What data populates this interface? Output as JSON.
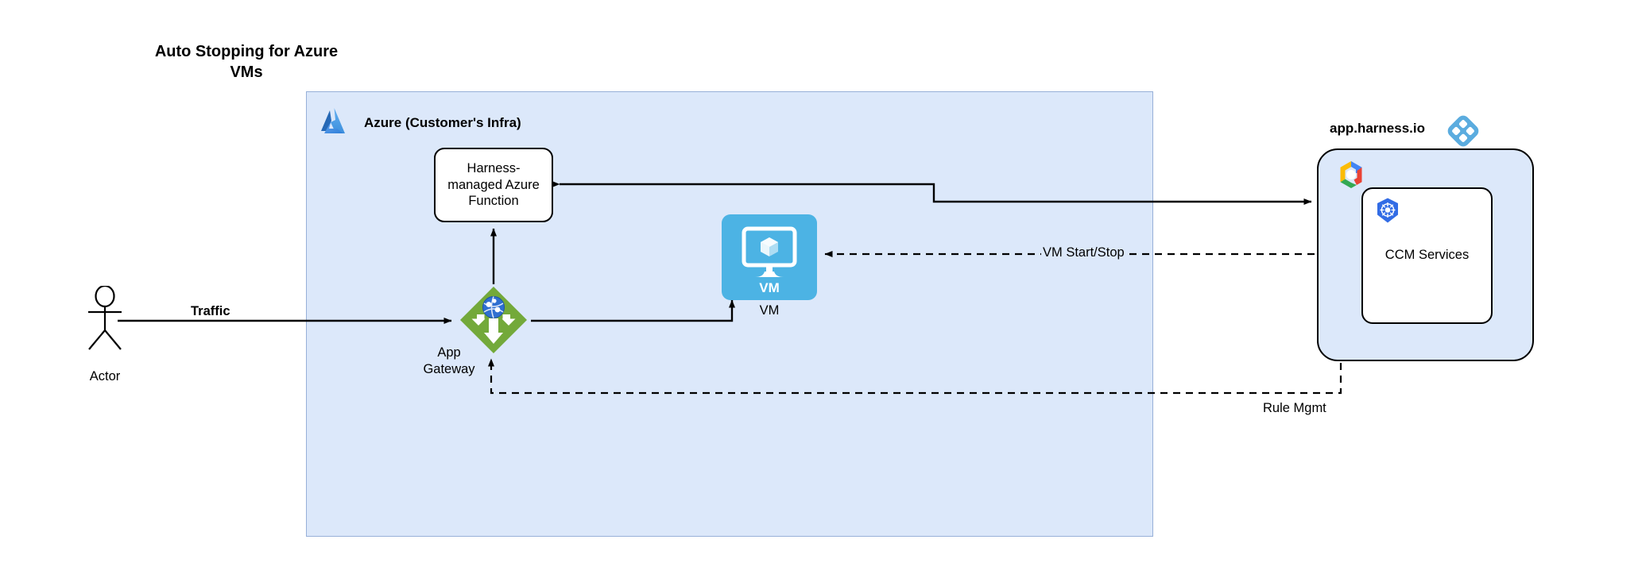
{
  "title": "Auto Stopping for Azure\nVMs",
  "azure": {
    "label": "Azure (Customer's Infra)",
    "logo_icon": "azure-logo-icon",
    "nodes": {
      "function": {
        "label": "Harness-\nmanaged Azure\nFunction"
      },
      "gateway": {
        "label": "App\nGateway",
        "icon": "application-gateway-icon"
      },
      "vm": {
        "label": "VM",
        "inner_label": "VM",
        "icon": "virtual-machine-icon"
      }
    }
  },
  "harness": {
    "title": "app.harness.io",
    "logo_icon": "harness-logo-icon",
    "cloud_icon": "gcp-logo-icon",
    "service": {
      "label": "CCM Services",
      "icon": "kubernetes-logo-icon"
    }
  },
  "actor": {
    "label": "Actor",
    "icon": "actor-stick-figure-icon"
  },
  "edges": {
    "traffic": "Traffic",
    "vm_start_stop": "VM Start/Stop",
    "rule_mgmt": "Rule Mgmt"
  },
  "colors": {
    "container_fill": "#dce8fa",
    "container_stroke": "#97b0d8",
    "vm_blue": "#4cb3e4",
    "gateway_green": "#73a93a",
    "harness_blue": "#5bacdf",
    "line": "#000000"
  }
}
